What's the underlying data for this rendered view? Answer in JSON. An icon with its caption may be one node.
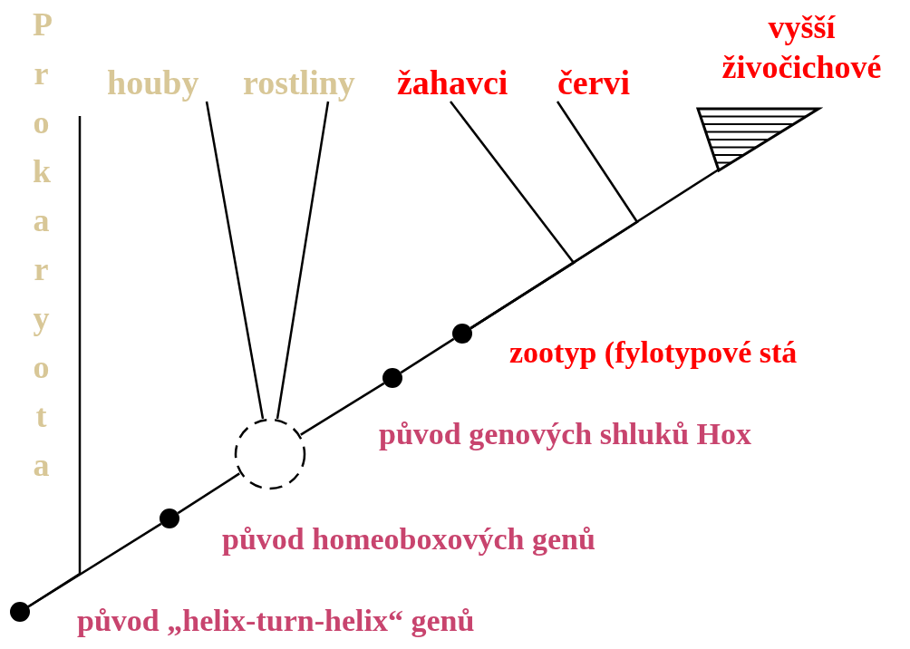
{
  "diagram": {
    "nodes": [
      {
        "text": [
          "Prokaryota"
        ]
      },
      {
        "text": [
          "houby"
        ]
      },
      {
        "text": [
          "rostliny"
        ]
      },
      {
        "text": [
          "žahavci"
        ]
      },
      {
        "text": [
          "červi"
        ]
      },
      {
        "text": [
          "vyšší živočichové"
        ]
      },
      {
        "text": [],
        "shape": "circle",
        "beside": [
          "původ „helix-turn-helix“ genů"
        ]
      },
      {
        "text": [],
        "shape": "circle",
        "beside": [
          "původ homeoboxových genů"
        ]
      },
      {
        "text": [],
        "shape": "circle"
      },
      {
        "text": [],
        "shape": "circle",
        "beside": [
          "původ genových shluků Hox"
        ]
      },
      {
        "text": [],
        "shape": "circle",
        "beside": [
          "zootyp (fylotypové stá"
        ]
      }
    ],
    "edges": [
      {
        "from": 6,
        "to": 0,
        "arrow": "none"
      },
      {
        "from": 6,
        "to": 7,
        "arrow": "none"
      },
      {
        "from": 7,
        "to": 8,
        "arrow": "none"
      },
      {
        "from": 8,
        "to": 1,
        "arrow": "none"
      },
      {
        "from": 8,
        "to": 2,
        "arrow": "none"
      },
      {
        "from": 8,
        "to": 9,
        "arrow": "none"
      },
      {
        "from": 9,
        "to": 10,
        "arrow": "none"
      },
      {
        "from": 10,
        "to": 3,
        "arrow": "none"
      },
      {
        "from": 10,
        "to": 4,
        "arrow": "none"
      },
      {
        "from": 10,
        "to": 5,
        "arrow": "none"
      }
    ]
  }
}
